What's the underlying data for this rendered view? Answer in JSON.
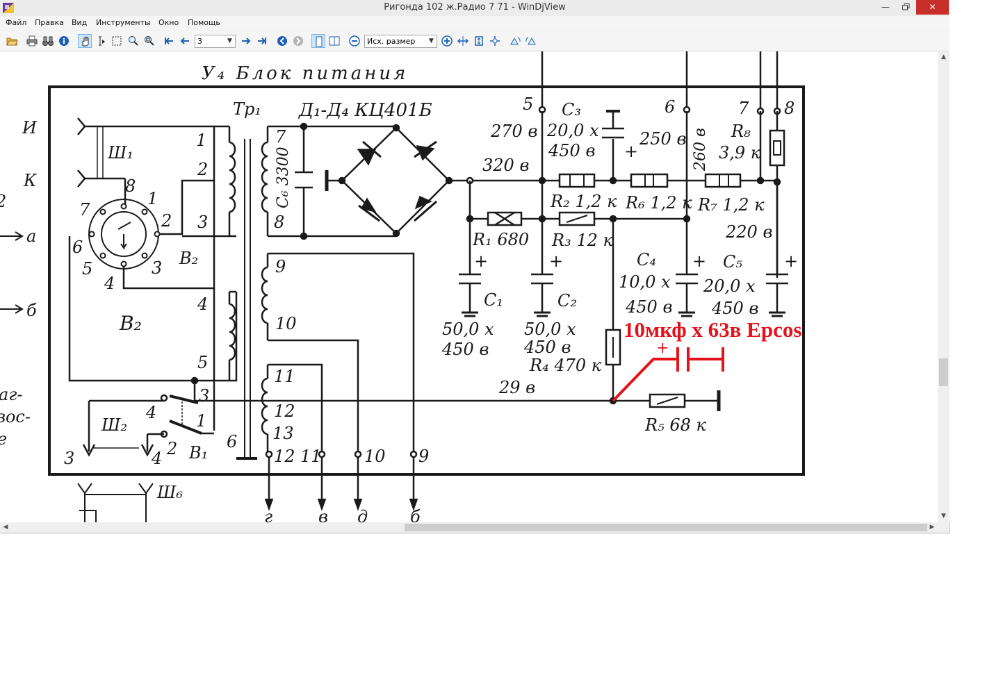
{
  "window": {
    "title": "Ригонда 102 ж.Радио 7 71 - WinDjView",
    "close_color": "#c7302a"
  },
  "menu": [
    "Файл",
    "Правка",
    "Вид",
    "Инструменты",
    "Окно",
    "Помощь"
  ],
  "toolbar": {
    "page_number": "3",
    "zoom_value": "Исх. размер"
  },
  "schematic": {
    "block_title": "У₄ Блок питания",
    "transformer": "Тр₁",
    "diodes": "Д₁-Д₄ КЦ401Б",
    "cap_c6": "С₆ 3300",
    "voltage_320": "320 в",
    "voltage_270": "270 в",
    "voltage_250": "250 в",
    "voltage_260": "260 в",
    "voltage_220": "220 в",
    "voltage_29": "29 в",
    "c3_label": "С₃",
    "c3_value": "20,0 х",
    "c3_voltage": "450 в",
    "r8_label": "R₈",
    "r8_value": "3,9 к",
    "r2_label": "R₂ 1,2 к",
    "r6_label": "R₆ 1,2 к",
    "r7_label": "R₇ 1,2 к",
    "r1_label": "R₁ 680",
    "r3_label": "R₃ 12 к",
    "c1_label": "С₁",
    "c1_value": "50,0 х",
    "c1_voltage": "450 в",
    "c2_label": "С₂",
    "c2_value": "50,0 х",
    "c2_voltage": "450 в",
    "c4_label": "С₄",
    "c4_value": "10,0 х",
    "c4_voltage": "450 в",
    "c5_label": "С₅",
    "c5_value": "20,0 х",
    "c5_voltage": "450 в",
    "r4_label": "R₄ 470 к",
    "r5_label": "R₅ 68 к",
    "sh1": "Ш₁",
    "sh2": "Ш₂",
    "sh6": "Ш₆",
    "v1": "В₁",
    "v2": "В₂",
    "v2_block": "В₂",
    "input_i": "И",
    "input_k": "К",
    "out_a": "а",
    "out_b": "б",
    "left_text": [
      "аг-",
      "вос-",
      "е",
      "2"
    ],
    "pins_top": [
      "5",
      "6",
      "7",
      "8"
    ],
    "pins_bottom": [
      "12",
      "11",
      "10",
      "9"
    ],
    "bottom_arrow_labels": [
      "г",
      "в",
      "д",
      "б"
    ],
    "winding_numbers": [
      "1",
      "2",
      "3",
      "4",
      "5",
      "6",
      "7",
      "8",
      "9",
      "10",
      "11",
      "12",
      "13"
    ],
    "switch_numbers": [
      "1",
      "2",
      "3",
      "4",
      "5",
      "6",
      "7",
      "8"
    ],
    "sh2_numbers": [
      "3",
      "4",
      "1",
      "2",
      "3",
      "4"
    ],
    "plus": "+",
    "annotation": "10мкф х 63в Epcos",
    "annotation_plus": "+",
    "annotation_color": "#e3131b",
    "ink_color": "#1a1a1a"
  }
}
